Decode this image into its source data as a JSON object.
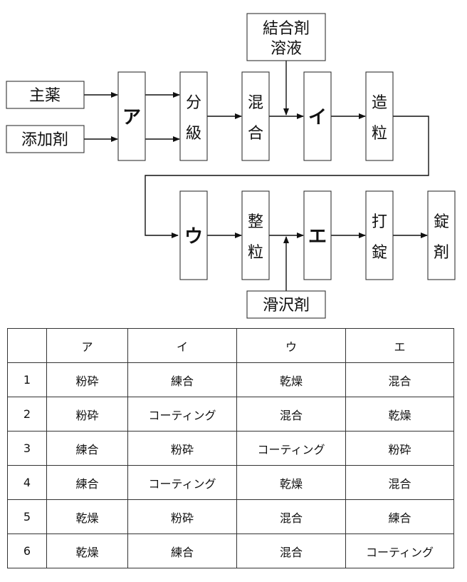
{
  "diagram": {
    "inputs": {
      "main_drug": "主薬",
      "additive": "添加剤",
      "binder_solution_line1": "結合剤",
      "binder_solution_line2": "溶液",
      "lubricant": "滑沢剤"
    },
    "steps": {
      "a": "ア",
      "classification": [
        "分",
        "級"
      ],
      "mixing": [
        "混",
        "合"
      ],
      "i": "イ",
      "granulation": [
        "造",
        "粒"
      ],
      "u": "ウ",
      "sizing": [
        "整",
        "粒"
      ],
      "e": "エ",
      "compression": [
        "打",
        "錠"
      ],
      "tablet": [
        "錠",
        "剤"
      ]
    }
  },
  "table": {
    "headers": [
      "",
      "ア",
      "イ",
      "ウ",
      "エ"
    ],
    "rows": [
      [
        "1",
        "粉砕",
        "練合",
        "乾燥",
        "混合"
      ],
      [
        "2",
        "粉砕",
        "コーティング",
        "混合",
        "乾燥"
      ],
      [
        "3",
        "練合",
        "粉砕",
        "コーティング",
        "粉砕"
      ],
      [
        "4",
        "練合",
        "コーティング",
        "乾燥",
        "混合"
      ],
      [
        "5",
        "乾燥",
        "粉砕",
        "混合",
        "練合"
      ],
      [
        "6",
        "乾燥",
        "練合",
        "混合",
        "コーティング"
      ]
    ]
  }
}
